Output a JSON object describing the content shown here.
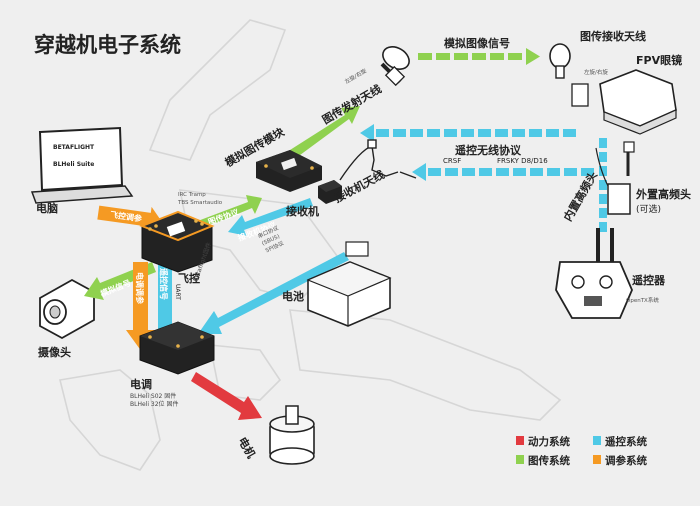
{
  "title": "穿越机电子系统",
  "labels": {
    "computer": "电脑",
    "camera": "摄像头",
    "fc": "飞控",
    "fc_firmware": "Betaflight固件",
    "esc": "电调",
    "esc_fw1": "BLHeli S02 固件",
    "esc_fw2": "BLHeli 32位 固件",
    "motor": "电机",
    "battery": "电池",
    "vtx_ant": "图传发射天线",
    "vtx_ant_note": "左旋/右旋",
    "vtx": "模拟图传模块",
    "vtx_proto1": "IRC Tramp",
    "vtx_proto2": "TBS Smartaudio",
    "rx": "接收机",
    "rx_ant": "接收机天线",
    "rx_proto1": "串口协议",
    "rx_proto2": "(SBUS)",
    "rx_proto3": "SPI协议",
    "analog_video_signal": "模拟图像信号",
    "vrx_ant": "图传接收天线",
    "vrx_ant_note": "左旋/右旋",
    "goggles": "FPV眼镜",
    "rc_protocol": "遥控无线协议",
    "crsf": "CRSF",
    "frsky": "FRSKY D8/D16",
    "ext_rf": "外置高频头",
    "ext_rf_opt": "(可选)",
    "int_rf": "内置高频头",
    "tx": "遥控器",
    "tx_fw": "OpenTX系统",
    "laptop_brand1": "BETAFLIGHT",
    "laptop_brand2": "BLHeli Suite"
  },
  "arrow_labels": {
    "fc_param": "飞控调参",
    "analog_signal": "模拟信号",
    "vtx_protocol": "图传协议",
    "rx_protocol": "接收机协议",
    "esc_param": "电调调参",
    "remote_signal": "遥控信号",
    "uart": "UART"
  },
  "legend": [
    {
      "label": "动力系统",
      "color": "#e23a3f"
    },
    {
      "label": "遥控系统",
      "color": "#4fc9e6"
    },
    {
      "label": "图传系统",
      "color": "#8fd14f"
    },
    {
      "label": "调参系统",
      "color": "#f59a23"
    }
  ],
  "colors": {
    "power": "#e23a3f",
    "remote": "#4fc9e6",
    "video": "#8fd14f",
    "param": "#f59a23"
  }
}
